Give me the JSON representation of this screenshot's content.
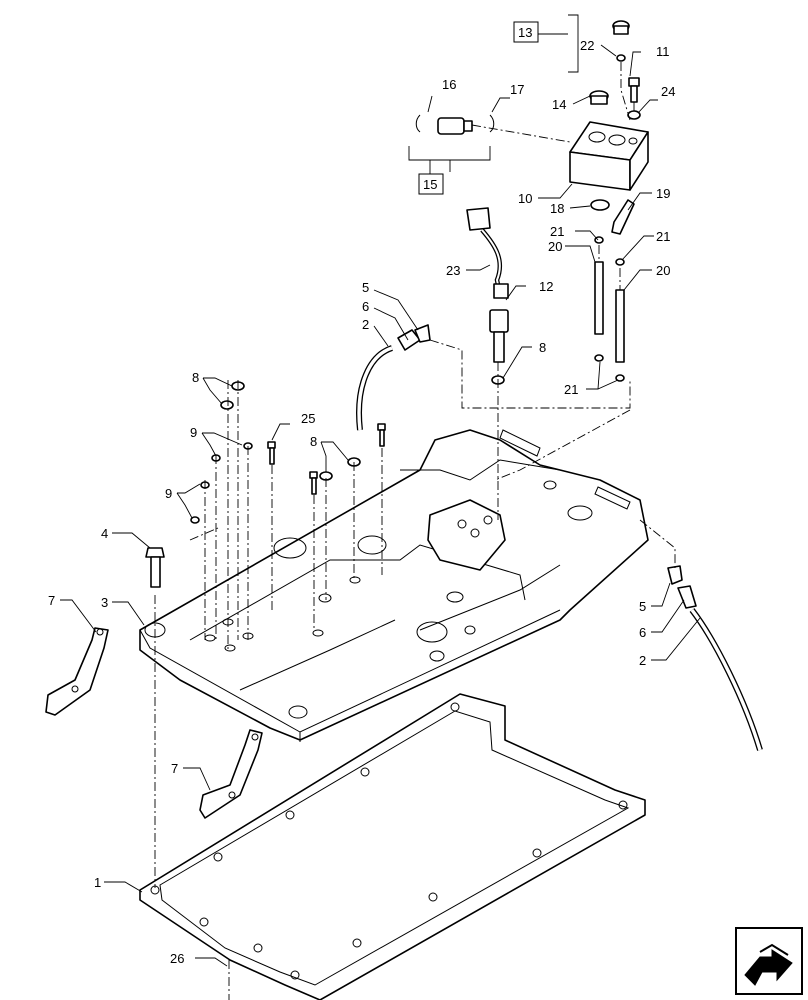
{
  "callouts": {
    "c1": "1",
    "c2a": "2",
    "c2b": "2",
    "c3": "3",
    "c4": "4",
    "c5a": "5",
    "c5b": "5",
    "c6a": "6",
    "c6b": "6",
    "c7a": "7",
    "c7b": "7",
    "c8a": "8",
    "c8b": "8",
    "c8c": "8",
    "c9a": "9",
    "c9b": "9",
    "c10": "10",
    "c11": "11",
    "c12": "12",
    "c13": "13",
    "c14": "14",
    "c15": "15",
    "c16": "16",
    "c17": "17",
    "c18": "18",
    "c19": "19",
    "c20a": "20",
    "c20b": "20",
    "c21a": "21",
    "c21b": "21",
    "c21c": "21",
    "c22": "22",
    "c23": "23",
    "c24": "24",
    "c25": "25",
    "c26": "26"
  },
  "icons": {
    "nav": "next-page-arrow-icon"
  }
}
